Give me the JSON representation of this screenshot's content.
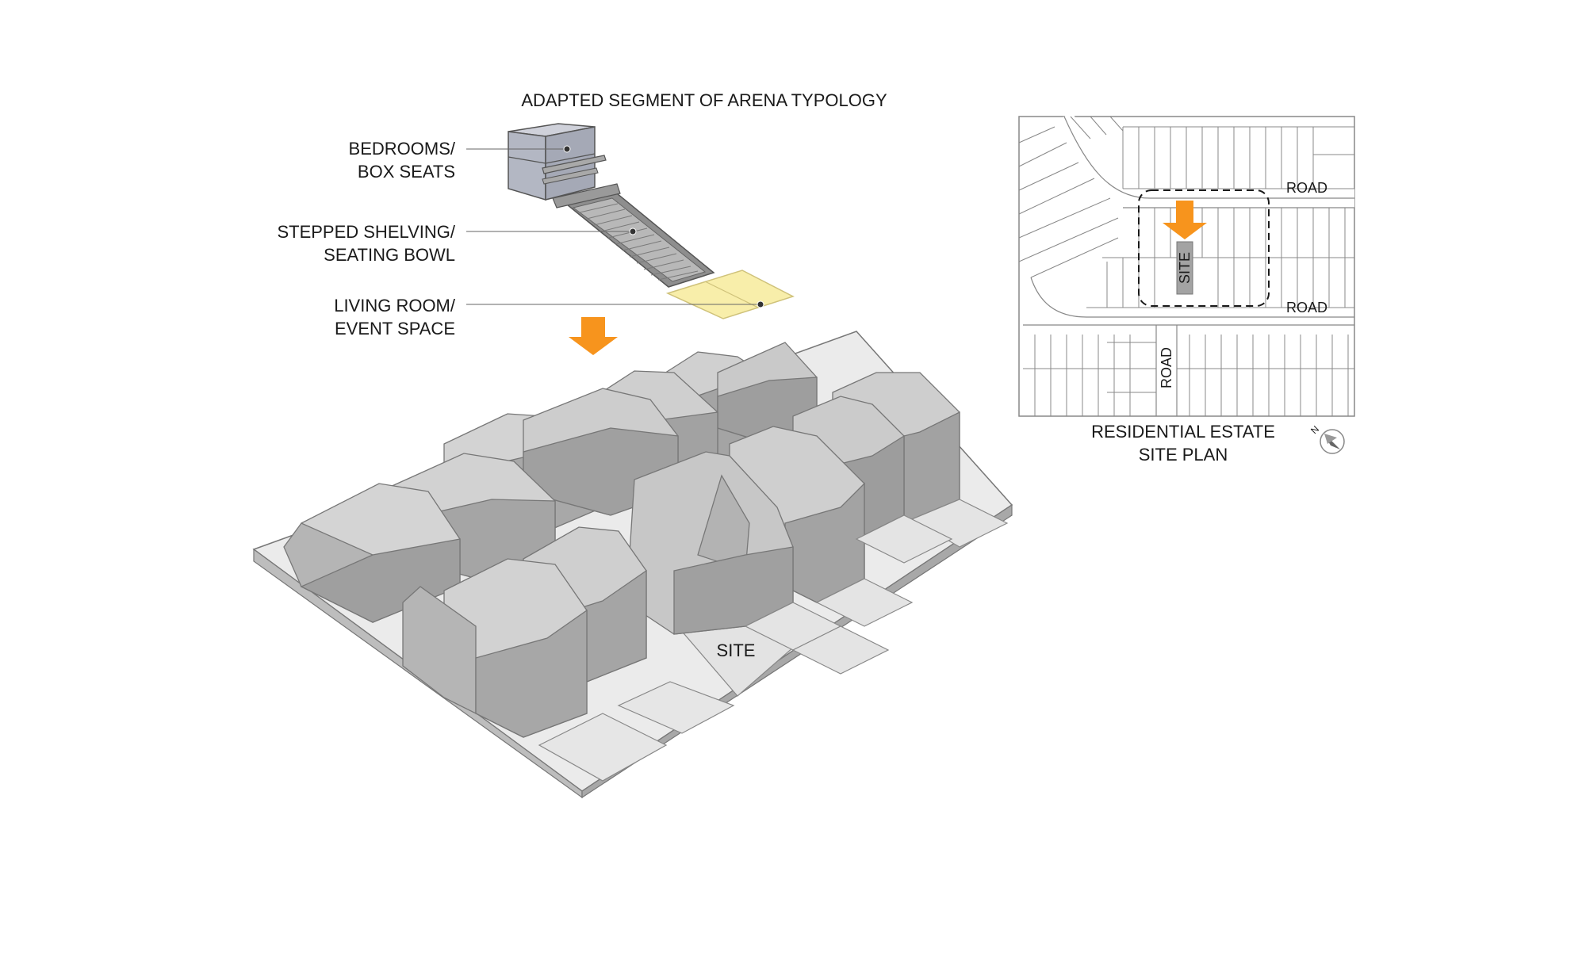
{
  "title": "ADAPTED SEGMENT OF ARENA TYPOLOGY",
  "callouts": {
    "bedrooms": {
      "line1": "BEDROOMS/",
      "line2": "BOX SEATS"
    },
    "seating": {
      "line1": "STEPPED SHELVING/",
      "line2": "SEATING BOWL"
    },
    "living": {
      "line1": "LIVING ROOM/",
      "line2": "EVENT SPACE"
    }
  },
  "model": {
    "site_label": "SITE"
  },
  "site_plan": {
    "road_top": "ROAD",
    "road_middle": "ROAD",
    "road_vertical": "ROAD",
    "site_label": "SITE",
    "caption_line1": "RESIDENTIAL ESTATE",
    "caption_line2": "SITE PLAN",
    "north_marker": "N"
  },
  "colors": {
    "arrow": "#f7941d",
    "living_room": "#f8eeaa",
    "box_seat_glass": "#9ea3b3",
    "model_roof": "#d4d4d4",
    "model_wall": "#a4a4a4",
    "model_ground": "#ebebeb"
  }
}
